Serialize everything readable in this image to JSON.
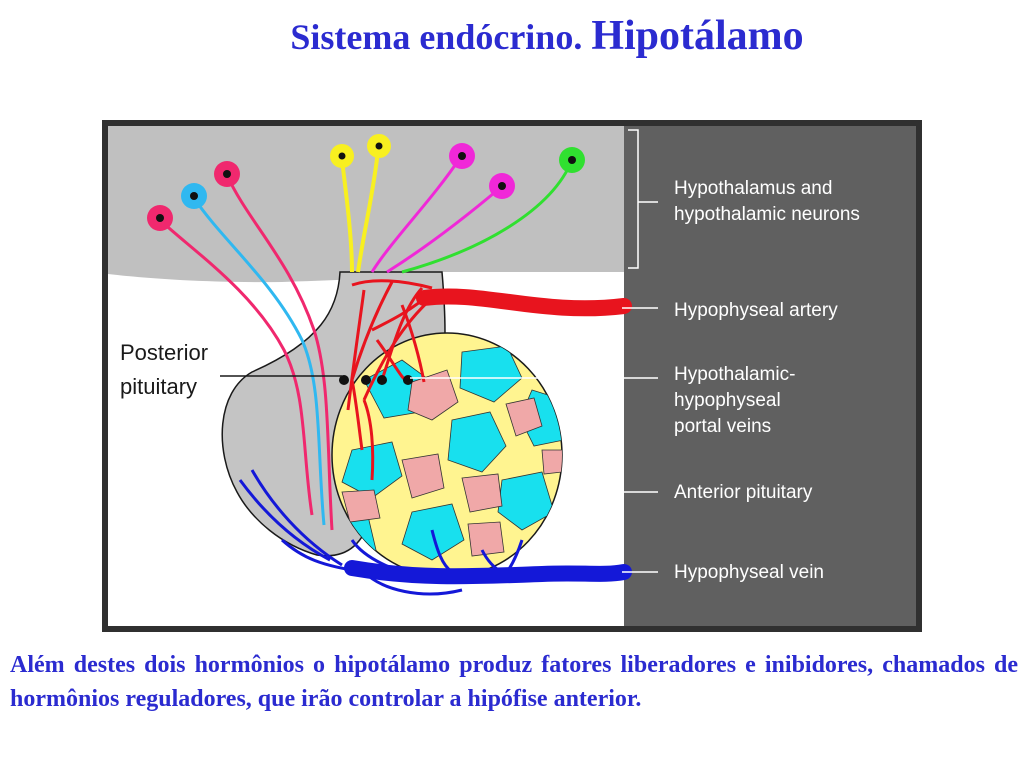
{
  "title": {
    "part1": "Sistema endócrino.",
    "part2": "Hipotálamo"
  },
  "diagram": {
    "labels": {
      "hypothalamus_line1": "Hypothalamus and",
      "hypothalamus_line2": "hypothalamic neurons",
      "artery": "Hypophyseal artery",
      "portal_line1": "Hypothalamic-",
      "portal_line2": "hypophyseal",
      "portal_line3": "portal veins",
      "anterior": "Anterior pituitary",
      "vein": "Hypophyseal vein",
      "posterior_line1": "Posterior",
      "posterior_line2": "pituitary"
    },
    "colors": {
      "panel_gray": "#c0c0c0",
      "label_panel": "#606060",
      "artery_red": "#e8141e",
      "vein_blue": "#1418d8",
      "cell_cyan": "#18e0ee",
      "cell_yellow": "#fff490",
      "cell_pink": "#f0a8a8",
      "neuron_magenta": "#f028d8",
      "neuron_pink": "#f0286e",
      "neuron_yellow": "#f8f020",
      "neuron_green": "#30e030",
      "neuron_cyan": "#30b8f0"
    }
  },
  "body": {
    "text": "Além destes dois hormônios o hipotálamo produz fatores liberadores e inibidores, chamados de hormônios reguladores, que irão controlar a hipófise anterior."
  }
}
